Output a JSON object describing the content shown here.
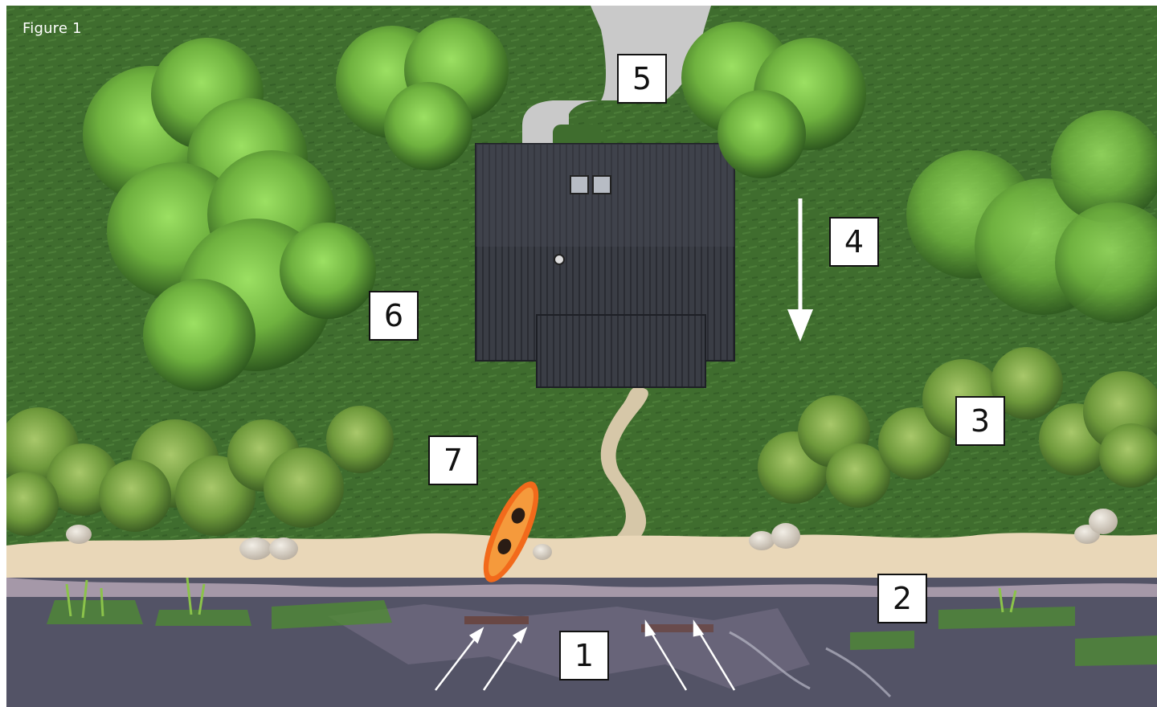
{
  "figure_label": "Figure 1",
  "markers": [
    {
      "id": "marker-1",
      "text": "1"
    },
    {
      "id": "marker-2",
      "text": "2"
    },
    {
      "id": "marker-3",
      "text": "3"
    },
    {
      "id": "marker-4",
      "text": "4"
    },
    {
      "id": "marker-5",
      "text": "5"
    },
    {
      "id": "marker-6",
      "text": "6"
    },
    {
      "id": "marker-7",
      "text": "7"
    }
  ],
  "colors": {
    "grass": "#3f6d2e",
    "tree_light": "#7cc14a",
    "tree_dark": "#2f5a1f",
    "shrub": "#6f9a3c",
    "roof": "#3a3d45",
    "driveway": "#c9c9c9",
    "sand": "#e9d7b8",
    "water": "#535366",
    "kayak": "#f26a1b",
    "arrow": "#ffffff"
  }
}
